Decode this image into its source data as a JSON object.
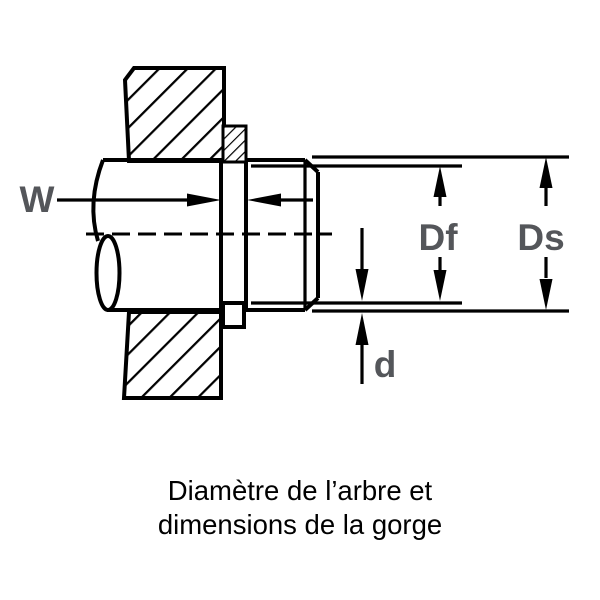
{
  "diagram": {
    "title_caption": {
      "line1": "Diamètre de l’arbre et",
      "line2": "dimensions de la gorge"
    },
    "dimension_labels": {
      "w": "W",
      "df": "Df",
      "ds": "Ds",
      "d": "d"
    },
    "colors": {
      "line": "#000000",
      "label_gray": "#54565A",
      "background": "#FFFFFF"
    }
  }
}
